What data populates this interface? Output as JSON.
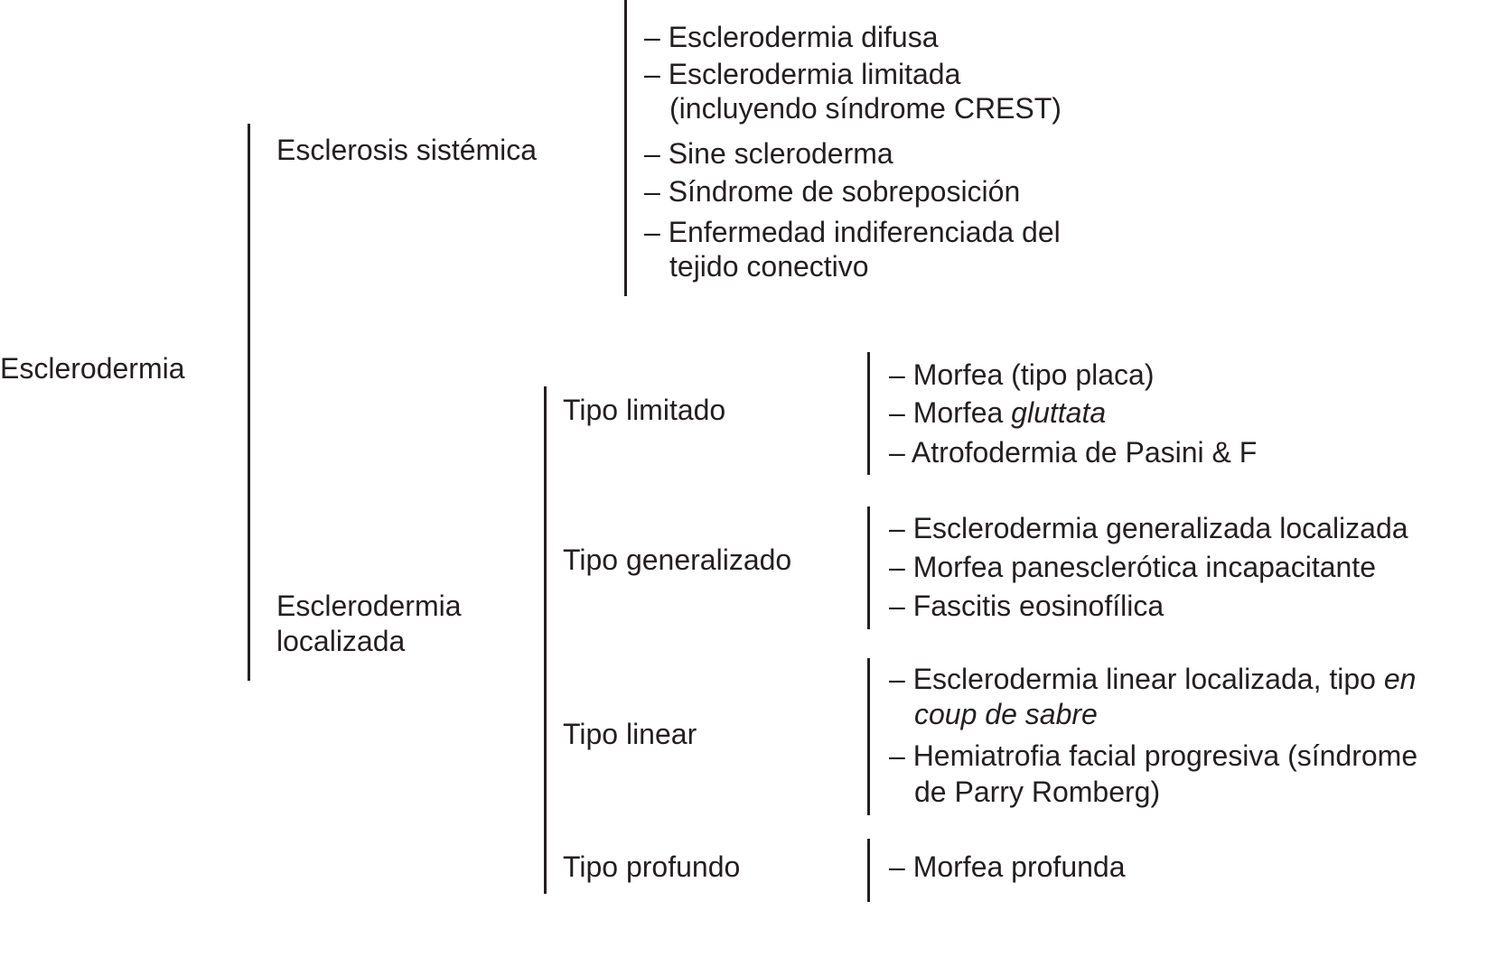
{
  "root": {
    "label": "Esclerodermia"
  },
  "systemic": {
    "label": "Esclerosis sistémica",
    "items": [
      "– Esclerodermia difusa",
      "– Esclerodermia limitada",
      "(incluyendo síndrome CREST)",
      "– Sine scleroderma",
      "– Síndrome de sobreposición",
      "– Enfermedad indiferenciada del",
      "tejido conectivo"
    ]
  },
  "localized": {
    "label_line1": "Esclerodermia",
    "label_line2": "localizada",
    "types": [
      {
        "label": "Tipo limitado",
        "items": {
          "a": "– Morfea (tipo placa)",
          "b_prefix": "– Morfea ",
          "b_italic": "gluttata",
          "c": "– Atrofodermia de Pasini & F"
        }
      },
      {
        "label": "Tipo generalizado",
        "items": [
          "– Esclerodermia generalizada localizada",
          "– Morfea panesclerótica incapacitante",
          "– Fascitis eosinofílica"
        ]
      },
      {
        "label": "Tipo linear",
        "items": {
          "a_prefix": "– Esclerodermia linear localizada, tipo ",
          "a_italic": "en",
          "a_cont_italic": "coup de sabre",
          "b": "– Hemiatrofia facial progresiva (síndrome",
          "b_cont": "de Parry Romberg)"
        }
      },
      {
        "label": "Tipo profundo",
        "items": [
          "– Morfea profunda"
        ]
      }
    ]
  }
}
